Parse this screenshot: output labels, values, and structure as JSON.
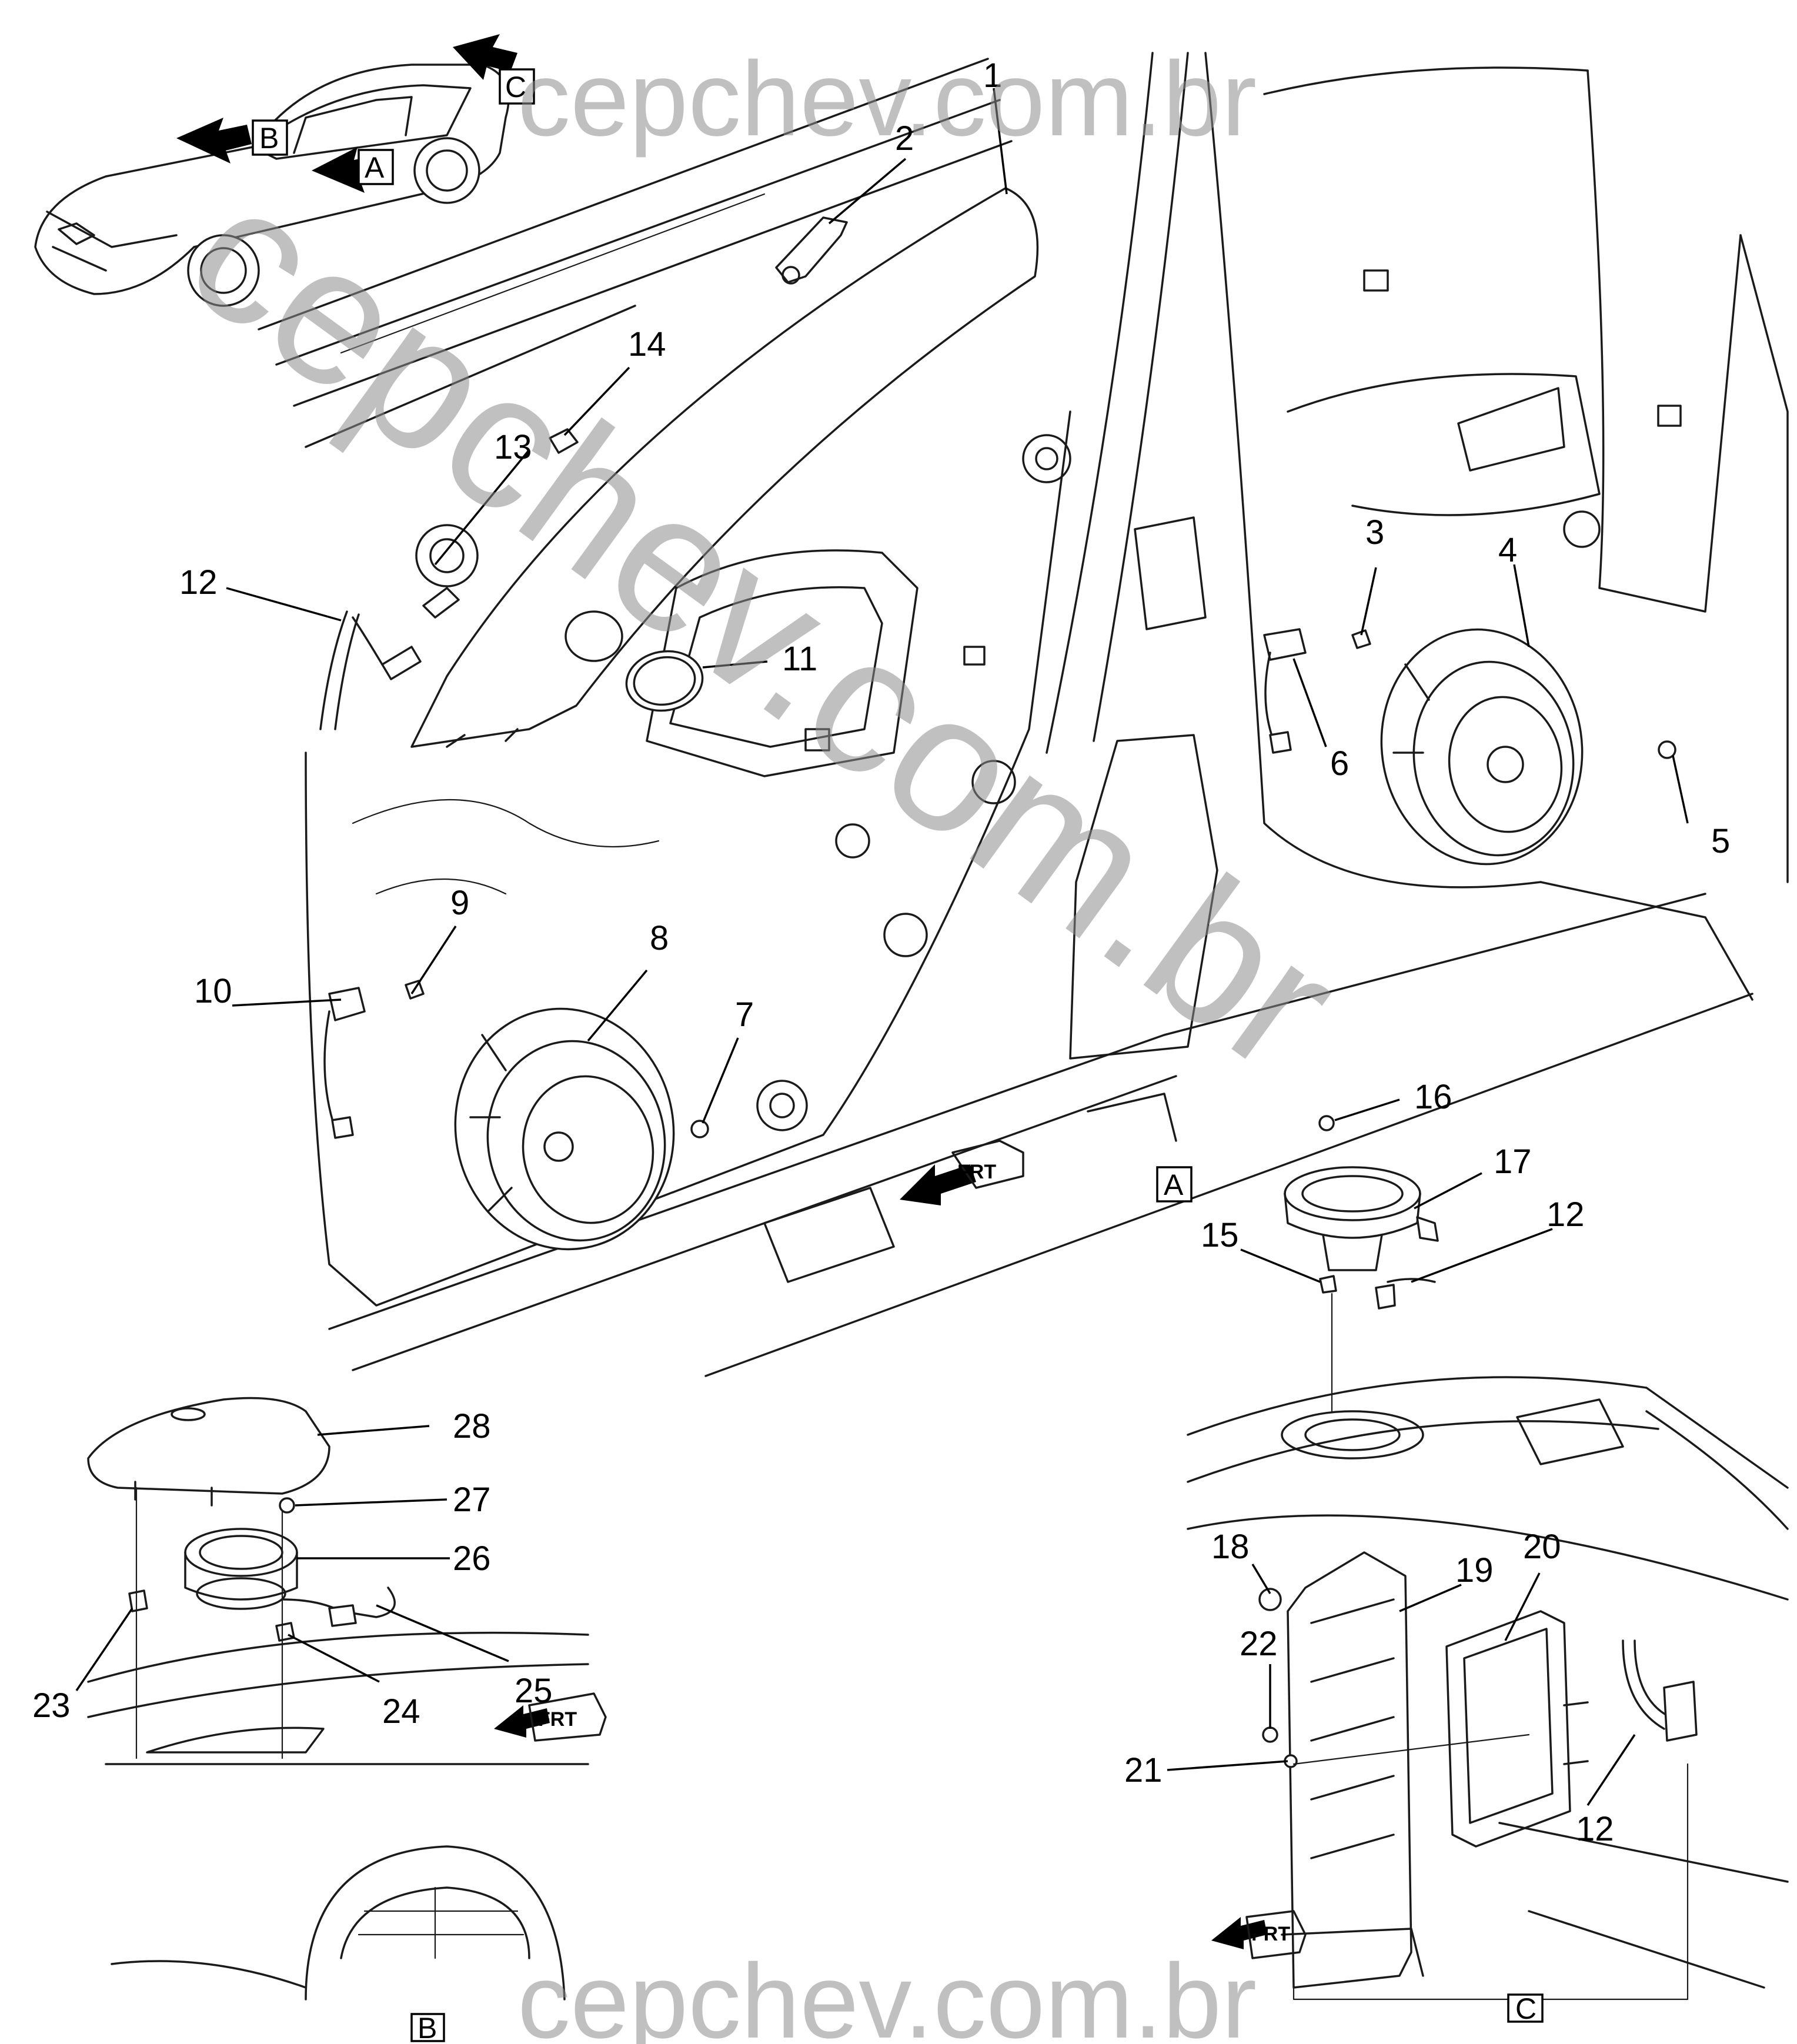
{
  "watermark": {
    "top": "cepchev.com.br",
    "diagonal": "cepchev.com.br",
    "bottom": "cepchev.com.br"
  },
  "view_labels": {
    "a": "A",
    "b": "B",
    "c": "C"
  },
  "front_indicator": "FRT",
  "callouts": {
    "c1": "1",
    "c2": "2",
    "c3": "3",
    "c4": "4",
    "c5": "5",
    "c6": "6",
    "c7": "7",
    "c8": "8",
    "c9": "9",
    "c10": "10",
    "c11": "11",
    "c12": "12",
    "c13": "13",
    "c14": "14",
    "c15": "15",
    "c16": "16",
    "c17": "17",
    "c12b": "12",
    "c18": "18",
    "c19": "19",
    "c20": "20",
    "c21": "21",
    "c22": "22",
    "c12c": "12",
    "c23": "23",
    "c24": "24",
    "c25": "25",
    "c26": "26",
    "c27": "27",
    "c28": "28"
  }
}
